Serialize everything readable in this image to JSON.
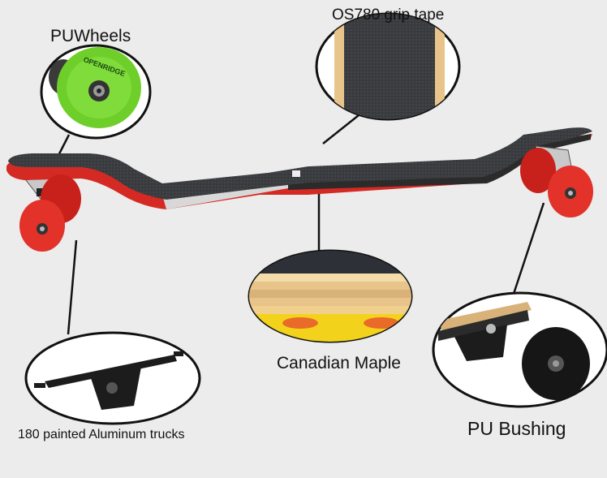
{
  "labels": {
    "wheels": "PUWheels",
    "grip_tape": "OS780  grip tape",
    "maple": "Canadian Maple",
    "trucks": "180 painted Aluminum trucks",
    "bushing": "PU Bushing"
  },
  "wheel_brand_text": "OPENRIDGE",
  "colors": {
    "background": "#ececec",
    "deck_grip": "#3a3c3f",
    "deck_red": "#d42a23",
    "wheel_red": "#e2322a",
    "wheel_green": "#6fcf2a",
    "truck_black": "#1c1c1c",
    "maple_wood": "#e8c48a",
    "maple_yellow": "#f3d21c"
  }
}
